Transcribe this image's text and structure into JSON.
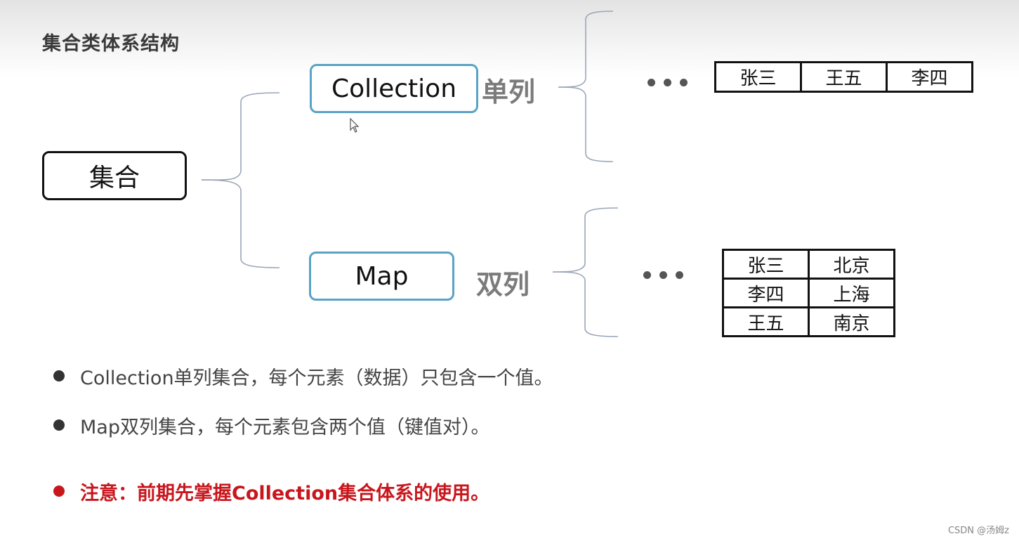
{
  "slide": {
    "title": "集合类体系结构",
    "root": {
      "label": "集合"
    },
    "branches": [
      {
        "label": "Collection",
        "kind": "单列",
        "ellipsis": "...",
        "example_table": {
          "rows": [
            [
              "张三",
              "王五",
              "李四"
            ]
          ]
        }
      },
      {
        "label": "Map",
        "kind": "双列",
        "ellipsis": "...",
        "example_table": {
          "rows": [
            [
              "张三",
              "北京"
            ],
            [
              "李四",
              "上海"
            ],
            [
              "王五",
              "南京"
            ]
          ]
        }
      }
    ],
    "bullets": [
      {
        "text": "Collection单列集合，每个元素（数据）只包含一个值。",
        "color": "#444444"
      },
      {
        "text": "Map双列集合，每个元素包含两个值（键值对）。",
        "color": "#444444"
      },
      {
        "text": "注意：前期先掌握Collection集合体系的使用。",
        "color": "#c8161d",
        "emphasis": true
      }
    ]
  },
  "colors": {
    "box_border_root": "#111111",
    "box_border_child": "#5aa3c4",
    "brace_line": "#9aa6b8",
    "kind_label": "#7b7b7b",
    "accent_red": "#c8161d"
  },
  "watermark": "CSDN @汤姆z"
}
